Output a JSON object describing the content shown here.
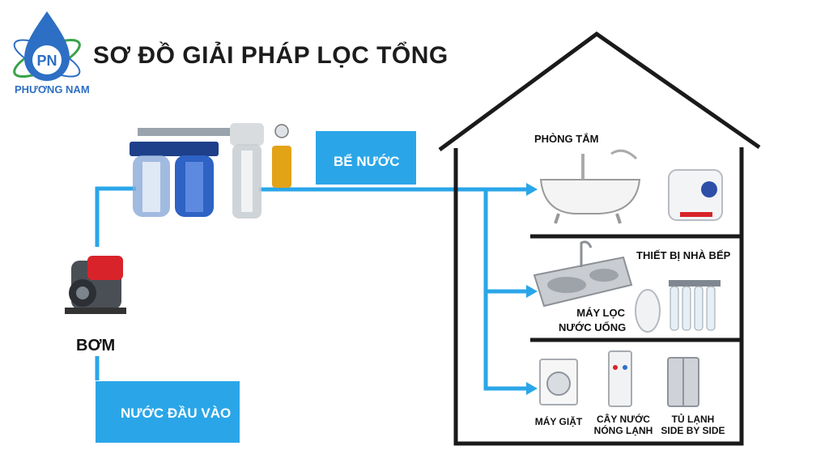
{
  "brand": {
    "logo_initials": "PN",
    "name": "PHƯƠNG NAM"
  },
  "title": "SƠ ĐỒ GIẢI PHÁP LỌC TỔNG",
  "nodes": {
    "inlet": "NƯỚC ĐẦU VÀO",
    "pump": "BƠM",
    "tank": "BỂ NƯỚC"
  },
  "rooms": {
    "bathroom": "PHÒNG TẮM",
    "kitchen": "THIẾT BỊ NHÀ BẾP",
    "ro_line1": "MÁY LỌC",
    "ro_line2": "NƯỚC UỐNG",
    "washer": "MÁY GIẶT",
    "dispenser_line1": "CÂY NƯỚC",
    "dispenser_line2": "NÓNG LẠNH",
    "fridge_line1": "TỦ LẠNH",
    "fridge_line2": "SIDE BY SIDE"
  },
  "colors": {
    "pipe": "#2aa6e8",
    "box": "#2aa6e8",
    "house": "#1a1a1a",
    "brand": "#2d6fc4"
  },
  "icons": [
    "water-drop-logo-icon",
    "pump-icon",
    "filter-housing-icon",
    "bathtub-icon",
    "water-heater-icon",
    "sink-icon",
    "ro-purifier-icon",
    "washing-machine-icon",
    "water-dispenser-icon",
    "fridge-icon"
  ]
}
